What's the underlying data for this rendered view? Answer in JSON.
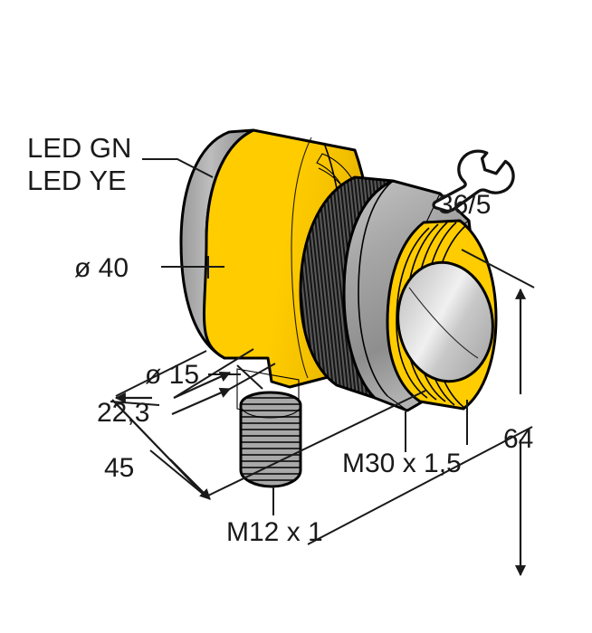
{
  "drawing": {
    "title": "Sensor dimensional drawing",
    "background_color": "#ffffff",
    "line_color": "#1a1a1a",
    "colors": {
      "body_yellow": "#FFCC00",
      "yellow_shadow": "#E8B800",
      "yellow_dark": "#C99F00",
      "metal_gray": "#A8A8A8",
      "metal_gray_dark": "#6E6E6E",
      "metal_gray_light": "#D2D2D2",
      "lens_light": "#E2E2E2",
      "lens_mid": "#B4B4B4",
      "outline": "#000000"
    }
  },
  "annotations": {
    "led_line1": "LED GN",
    "led_line2": "LED YE",
    "wrench_size": "36/5",
    "wrench_icon": "wrench-icon",
    "diameter_body": "ø 40",
    "diameter_connector": "ø 15",
    "depth_22_3": "22,3",
    "depth_45": "45",
    "thread_connector": "M12 x 1",
    "thread_barrel": "M30 x 1,5",
    "height_64": "64"
  },
  "chart_data": {
    "type": "table",
    "title": "Sensor dimensions (mm)",
    "categories": [
      "ø 40",
      "ø 15",
      "22,3",
      "45",
      "64",
      "M12 x 1",
      "M30 x 1,5",
      "36/5"
    ],
    "values": [
      40,
      15,
      22.3,
      45,
      64,
      12,
      30,
      36
    ]
  }
}
